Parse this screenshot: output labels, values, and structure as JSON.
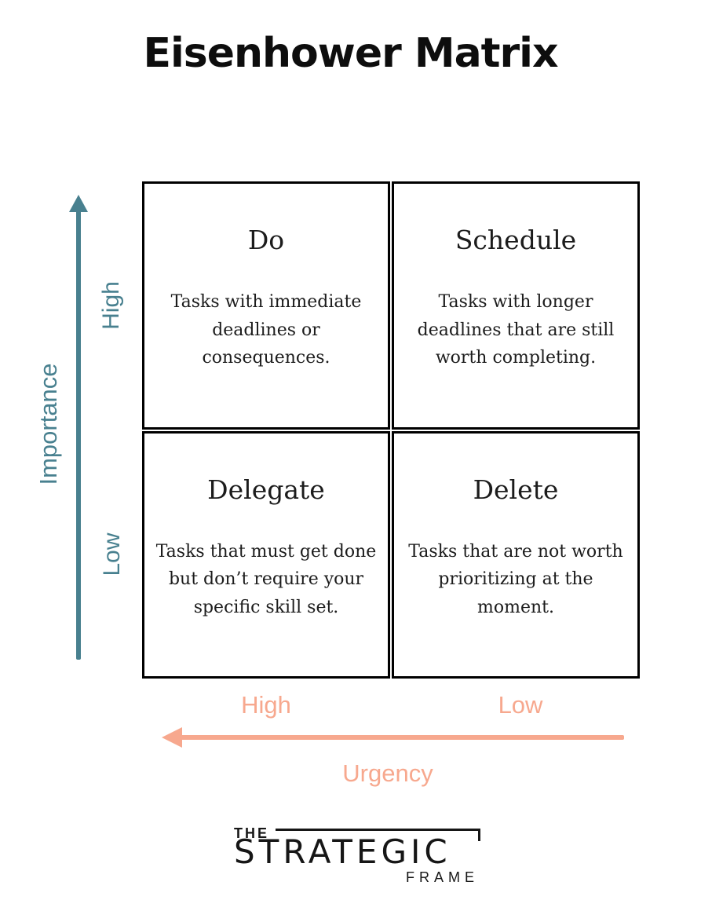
{
  "title": "Eisenhower Matrix",
  "colors": {
    "importance_axis": "#48808f",
    "urgency_axis": "#f7a88e",
    "grid_border": "#000000",
    "text": "#1c1c1c"
  },
  "y_axis": {
    "label": "Importance",
    "high": "High",
    "low": "Low"
  },
  "x_axis": {
    "label": "Urgency",
    "high": "High",
    "low": "Low"
  },
  "quadrants": [
    {
      "title": "Do",
      "description": "Tasks with immediate\ndeadlines or\nconsequences."
    },
    {
      "title": "Schedule",
      "description": "Tasks with longer\ndeadlines that are still\nworth completing."
    },
    {
      "title": "Delegate",
      "description": "Tasks that must get done\nbut don’t require your\nspecific skill set."
    },
    {
      "title": "Delete",
      "description": "Tasks that are not worth\nprioritizing at the\nmoment."
    }
  ],
  "logo": {
    "line1": "THE",
    "line2": "STRATEGIC",
    "line3": "FRAME"
  }
}
